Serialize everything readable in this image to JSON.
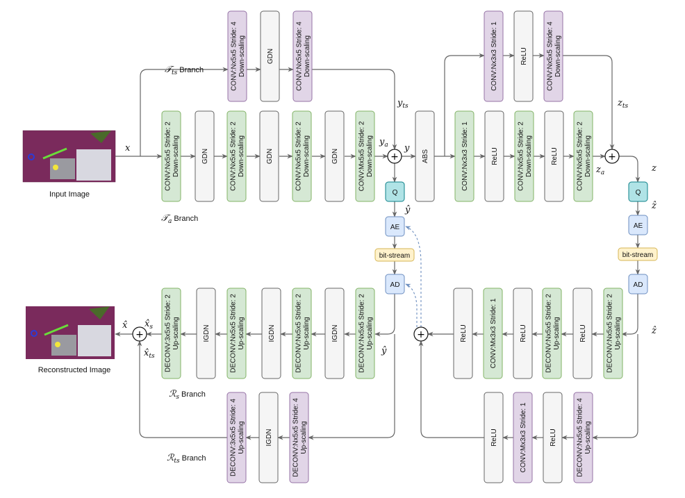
{
  "colors": {
    "conv_main": {
      "fill": "#d5e8d4",
      "stroke": "#82b366"
    },
    "conv_ts": {
      "fill": "#e1d5e7",
      "stroke": "#9673a6"
    },
    "norm": {
      "fill": "#f5f5f5",
      "stroke": "#666666"
    },
    "quantizer": {
      "fill": "#b0e3e6",
      "stroke": "#0e8088"
    },
    "coder": {
      "fill": "#dae8fc",
      "stroke": "#6c8ebf"
    },
    "bitstream": {
      "fill": "#fff2cc",
      "stroke": "#d6b656"
    },
    "dashed_link": "#6c8ebf"
  },
  "images": {
    "input_caption": "Input Image",
    "output_caption": "Reconstructed Image"
  },
  "blocks": [
    {
      "type": "conv_ts",
      "lines": [
        "CONV:Nx5x5 Stride: 4",
        "Down-scaling"
      ]
    },
    {
      "type": "norm",
      "lines": [
        "GDN"
      ]
    },
    {
      "type": "conv_ts",
      "lines": [
        "CONV:Nx5x5 Stride: 4",
        "Down-scaling"
      ]
    },
    {
      "type": "conv_main",
      "lines": [
        "CONV:Nx5x5 Stride: 2",
        "Down-scaling"
      ]
    },
    {
      "type": "norm",
      "lines": [
        "GDN"
      ]
    },
    {
      "type": "conv_main",
      "lines": [
        "CONV:Nx5x5 Stride: 2",
        "Down-scaling"
      ]
    },
    {
      "type": "norm",
      "lines": [
        "GDN"
      ]
    },
    {
      "type": "conv_main",
      "lines": [
        "CONV:Nx5x5 Stride: 2",
        "Down-scaling"
      ]
    },
    {
      "type": "norm",
      "lines": [
        "GDN"
      ]
    },
    {
      "type": "conv_main",
      "lines": [
        "CONV:Mx5x5 Stride: 2",
        "Down-scaling"
      ]
    },
    {
      "type": "norm",
      "lines": [
        "ABS"
      ]
    },
    {
      "type": "conv_main",
      "lines": [
        "CONV:Nx3x3 Stride: 1"
      ]
    },
    {
      "type": "norm",
      "lines": [
        "ReLU"
      ]
    },
    {
      "type": "conv_main",
      "lines": [
        "CONV:Nx5x5 Stride: 2",
        "Down-scaling"
      ]
    },
    {
      "type": "norm",
      "lines": [
        "ReLU"
      ]
    },
    {
      "type": "conv_main",
      "lines": [
        "CONV:Nx5x5 Stride: 2",
        "Down-scaling"
      ]
    },
    {
      "type": "conv_ts",
      "lines": [
        "CONV:Nx3x3 Stride: 1"
      ]
    },
    {
      "type": "norm",
      "lines": [
        "ReLU"
      ]
    },
    {
      "type": "conv_ts",
      "lines": [
        "CONV:Nx5x5 Stride: 4",
        "Down-scaling"
      ]
    },
    {
      "type": "conv_main",
      "lines": [
        "DECONV:3x5x5 Stride: 2",
        "Up-scaling"
      ]
    },
    {
      "type": "norm",
      "lines": [
        "IGDN"
      ]
    },
    {
      "type": "conv_main",
      "lines": [
        "DECONV:Nx5x5 Stride: 2",
        "Up-scaling"
      ]
    },
    {
      "type": "norm",
      "lines": [
        "IGDN"
      ]
    },
    {
      "type": "conv_main",
      "lines": [
        "DECONV:Nx5x5 Stride: 2",
        "Up-scaling"
      ]
    },
    {
      "type": "norm",
      "lines": [
        "IGDN"
      ]
    },
    {
      "type": "conv_main",
      "lines": [
        "DECONV:Nx5x5 Stride: 2",
        "Up-scaling"
      ]
    },
    {
      "type": "conv_ts",
      "lines": [
        "DECONV:3x5x5 Stride: 4",
        "Up-scaling"
      ]
    },
    {
      "type": "norm",
      "lines": [
        "IGDN"
      ]
    },
    {
      "type": "conv_ts",
      "lines": [
        "DECONV:Nx5x5 Stride: 4",
        "Up-scaling"
      ]
    },
    {
      "type": "norm",
      "lines": [
        "ReLU"
      ]
    },
    {
      "type": "conv_main",
      "lines": [
        "CONV:Mx3x3 Stride: 1"
      ]
    },
    {
      "type": "norm",
      "lines": [
        "ReLU"
      ]
    },
    {
      "type": "conv_main",
      "lines": [
        "DECONV:Nx5x5 Stride: 2",
        "Up-scaling"
      ]
    },
    {
      "type": "norm",
      "lines": [
        "ReLU"
      ]
    },
    {
      "type": "conv_main",
      "lines": [
        "DECONV:Nx5x5 Stride: 2",
        "Up-scaling"
      ]
    },
    {
      "type": "norm",
      "lines": [
        "ReLU"
      ]
    },
    {
      "type": "conv_ts",
      "lines": [
        "CONV:Mx3x3 Stride: 1"
      ]
    },
    {
      "type": "norm",
      "lines": [
        "ReLU"
      ]
    },
    {
      "type": "conv_ts",
      "lines": [
        "DECONV:Nx5x5 Stride: 4",
        "Up-scaling"
      ]
    }
  ],
  "coding": [
    {
      "type": "quantizer",
      "label": "Q"
    },
    {
      "type": "coder",
      "label": "AE"
    },
    {
      "type": "bitstream",
      "label": "bit-stream"
    },
    {
      "type": "coder",
      "label": "AD"
    },
    {
      "type": "quantizer",
      "label": "Q"
    },
    {
      "type": "coder",
      "label": "AE"
    },
    {
      "type": "bitstream",
      "label": "bit-stream"
    },
    {
      "type": "coder",
      "label": "AD"
    }
  ],
  "sum_symbol": "+",
  "math_labels": [
    {
      "base": "x",
      "sub": ""
    },
    {
      "base": "y",
      "sub": "ts"
    },
    {
      "base": "y",
      "sub": "a"
    },
    {
      "base": "y",
      "sub": ""
    },
    {
      "base": "ŷ",
      "sub": ""
    },
    {
      "base": "z",
      "sub": "ts"
    },
    {
      "base": "z",
      "sub": "a"
    },
    {
      "base": "z",
      "sub": ""
    },
    {
      "base": "ẑ",
      "sub": ""
    },
    {
      "base": "ẑ",
      "sub": ""
    },
    {
      "base": "ŷ",
      "sub": ""
    },
    {
      "base": "x̂",
      "sub": ""
    },
    {
      "base": "x̂",
      "sub": "s"
    },
    {
      "base": "x̂",
      "sub": "ts"
    }
  ],
  "branches": [
    {
      "symbol": "𝒯",
      "sub": "ts",
      "text": " Branch"
    },
    {
      "symbol": "𝒯",
      "sub": "a",
      "text": " Branch"
    },
    {
      "symbol": "ℛ",
      "sub": "s",
      "text": " Branch"
    },
    {
      "symbol": "ℛ",
      "sub": "ts",
      "text": " Branch"
    }
  ]
}
